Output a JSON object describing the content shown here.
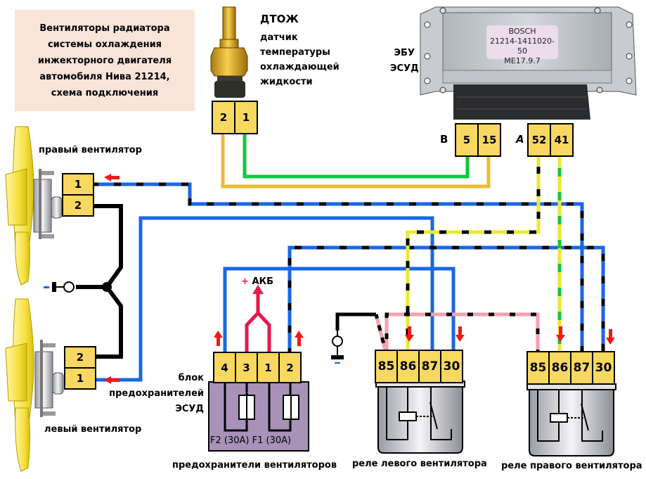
{
  "title": {
    "lines": [
      "Вентиляторы радиатора",
      "системы охлаждения",
      "инжекторного двигателя",
      "автомобиля Нива 21214,",
      "схема подключения"
    ]
  },
  "sensor": {
    "name": "ДТОЖ",
    "description_lines": [
      "датчик",
      "температуры",
      "охлаждающей",
      "жидкости"
    ],
    "pins": [
      "2",
      "1"
    ]
  },
  "ecu": {
    "label_lines": [
      "ЭБУ",
      "ЭСУД"
    ],
    "plate_lines": [
      "BOSCH",
      "21214-1411020-50",
      "ME17.9.7"
    ],
    "connector_b": {
      "label": "B",
      "pins": [
        "5",
        "15"
      ]
    },
    "connector_a": {
      "label": "A",
      "pins": [
        "52",
        "41"
      ]
    }
  },
  "right_fan": {
    "label": "правый вентилятор",
    "pins": [
      "1",
      "2"
    ]
  },
  "left_fan": {
    "label": "левый вентилятор",
    "pins": [
      "2",
      "1"
    ]
  },
  "ground_symbol": {
    "sign": "-"
  },
  "battery": {
    "sign": "+",
    "label": "АКБ"
  },
  "fuse_block": {
    "label_lines": [
      "блок",
      "предохранителей",
      "ЭСУД"
    ],
    "pins": [
      "4",
      "3",
      "1",
      "2"
    ],
    "fuses": [
      "F2 (30A)",
      "F1 (30A)"
    ],
    "caption": "предохранители вентиляторов"
  },
  "relay_left": {
    "pins": [
      "85",
      "86",
      "87",
      "30"
    ],
    "caption": "реле левого вентилятора"
  },
  "relay_right": {
    "pins": [
      "85",
      "86",
      "87",
      "30"
    ],
    "caption": "реле правого вентилятора"
  },
  "colors": {
    "connector": "#f8d860",
    "title_bg": "#f9e4da",
    "wire_blue": "#1a66e6",
    "wire_black": "#000000",
    "wire_yellow": "#ece832",
    "wire_green": "#10c83c",
    "wire_orange": "#ecbc30",
    "wire_pink": "#f8a0b0",
    "wire_red": "#e8184c",
    "arrow_red": "#f01818",
    "fuse_block": "#a892b8",
    "ecu_label_bg": "#ecdcec"
  }
}
